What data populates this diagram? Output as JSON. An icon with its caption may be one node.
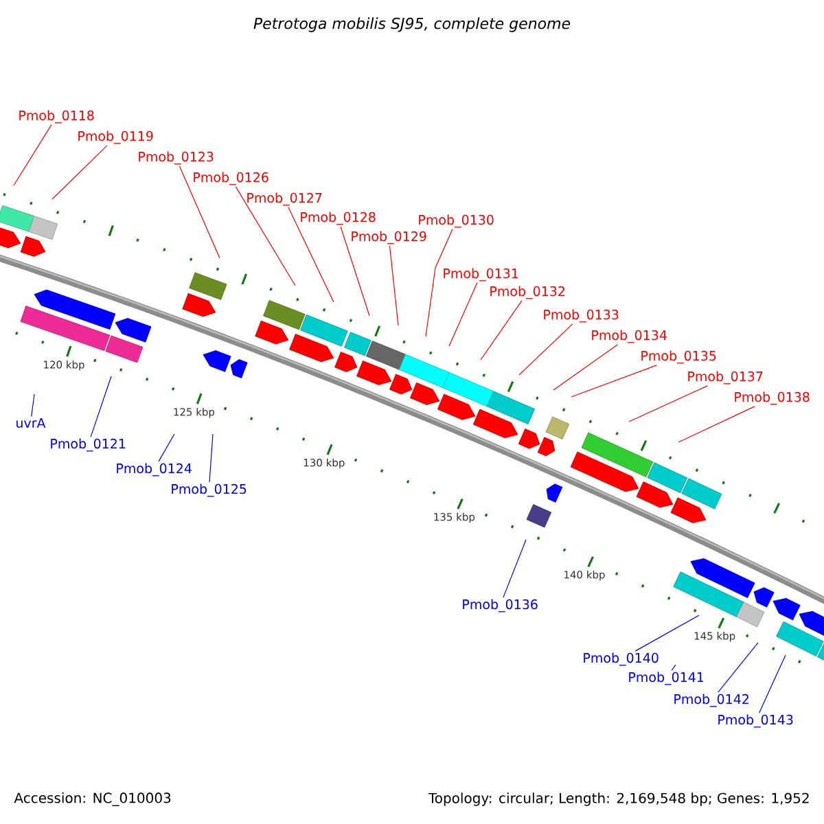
{
  "diagram": {
    "title": "Petrotoga mobilis SJ95, complete genome",
    "nodes": [
      {
        "text": [
          "Pmob_0118"
        ]
      },
      {
        "text": [
          "Pmob_0119"
        ]
      },
      {
        "text": [
          "Pmob_0123"
        ]
      },
      {
        "text": [
          "Pmob_0126"
        ]
      },
      {
        "text": [
          "Pmob_0127"
        ]
      },
      {
        "text": [
          "Pmob_0128"
        ]
      },
      {
        "text": [
          "Pmob_0129"
        ]
      },
      {
        "text": [
          "Pmob_0130"
        ]
      },
      {
        "text": [
          "Pmob_0131"
        ]
      },
      {
        "text": [
          "Pmob_0132"
        ]
      },
      {
        "text": [
          "Pmob_0133"
        ]
      },
      {
        "text": [
          "Pmob_0134"
        ]
      },
      {
        "text": [
          "Pmob_0135"
        ]
      },
      {
        "text": [
          "Pmob_0137"
        ]
      },
      {
        "text": [
          "Pmob_0138"
        ]
      },
      {
        "text": [
          "uvrA"
        ]
      },
      {
        "text": [
          "Pmob_0121"
        ]
      },
      {
        "text": [
          "Pmob_0124"
        ]
      },
      {
        "text": [
          "Pmob_0125"
        ]
      },
      {
        "text": [
          "Pmob_0136"
        ]
      },
      {
        "text": [
          "Pmob_0140"
        ]
      },
      {
        "text": [
          "Pmob_0141"
        ]
      },
      {
        "text": [
          "Pmob_0142"
        ]
      },
      {
        "text": [
          "Pmob_0143"
        ]
      }
    ],
    "edges": [
      {
        "from": 0,
        "to": null,
        "arrow": "none"
      },
      {
        "from": 1,
        "to": null,
        "arrow": "none"
      },
      {
        "from": 2,
        "to": null,
        "arrow": "none"
      },
      {
        "from": 3,
        "to": null,
        "arrow": "none"
      },
      {
        "from": 4,
        "to": null,
        "arrow": "none"
      },
      {
        "from": 5,
        "to": null,
        "arrow": "none"
      },
      {
        "from": 6,
        "to": null,
        "arrow": "none"
      },
      {
        "from": 7,
        "to": null,
        "arrow": "none"
      },
      {
        "from": 8,
        "to": null,
        "arrow": "none"
      },
      {
        "from": 9,
        "to": null,
        "arrow": "none"
      },
      {
        "from": 10,
        "to": null,
        "arrow": "none"
      },
      {
        "from": 11,
        "to": null,
        "arrow": "none"
      },
      {
        "from": 12,
        "to": null,
        "arrow": "none"
      },
      {
        "from": 13,
        "to": null,
        "arrow": "none"
      },
      {
        "from": 14,
        "to": null,
        "arrow": "none"
      },
      {
        "from": 15,
        "to": null,
        "arrow": "none",
        "color": "#0000ff"
      },
      {
        "from": 16,
        "to": null,
        "arrow": "none",
        "color": "#0000ff"
      },
      {
        "from": 17,
        "to": null,
        "arrow": "none",
        "color": "#0000ff"
      },
      {
        "from": 18,
        "to": null,
        "arrow": "none",
        "color": "#0000ff"
      },
      {
        "from": 19,
        "to": null,
        "arrow": "none",
        "color": "#0000ff"
      },
      {
        "from": 20,
        "to": null,
        "arrow": "none",
        "color": "#0000ff"
      },
      {
        "from": 21,
        "to": null,
        "arrow": "none",
        "color": "#0000ff"
      },
      {
        "from": 22,
        "to": null,
        "arrow": "none",
        "color": "#0000ff"
      },
      {
        "from": 23,
        "to": null,
        "arrow": "none",
        "color": "#0000ff"
      }
    ],
    "labels": [
      "120 kbp",
      "125 kbp",
      "130 kbp",
      "135 kbp",
      "140 kbp",
      "145 kbp",
      "Accession: NC_010003",
      "Topology: circular; Length: 2,169,548 bp; Genes: 1,952"
    ]
  }
}
